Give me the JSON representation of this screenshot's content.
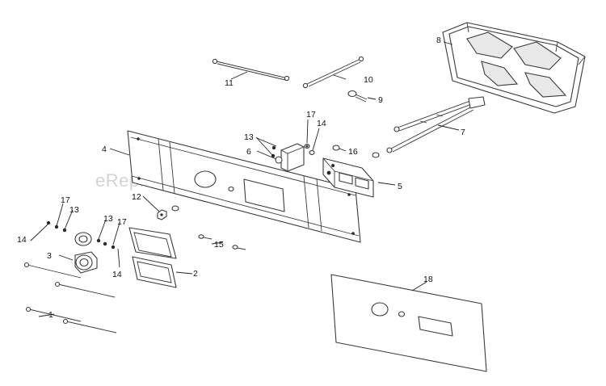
{
  "watermark": "eReplacementParts.com",
  "callouts": {
    "c1": "1",
    "c2": "2",
    "c3": "3",
    "c4": "4",
    "c5": "5",
    "c6": "6",
    "c7": "7",
    "c8": "8",
    "c9": "9",
    "c10": "10",
    "c11": "11",
    "c12": "12",
    "c13a": "13",
    "c13b": "13",
    "c13c": "13",
    "c14a": "14",
    "c14b": "14",
    "c14c": "14",
    "c15": "15",
    "c16": "16",
    "c17a": "17",
    "c17b": "17",
    "c17c": "17",
    "c18": "18"
  }
}
